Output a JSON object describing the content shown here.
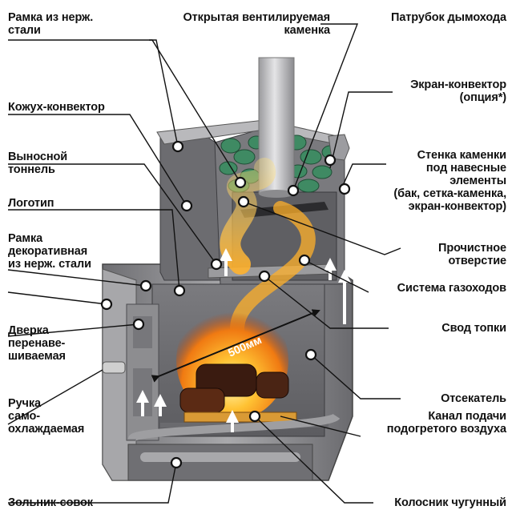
{
  "labels": {
    "frame_steel": "Рамка из нерж.\nстали",
    "open_heater": "Открытая вентилируемая\nкаменка",
    "flue_pipe": "Патрубок дымохода",
    "screen_convector": "Экран-конвектор\n(опция*)",
    "casing_convector": "Кожух-конвектор",
    "tunnel": "Выносной\nтоннель",
    "heater_wall": "Стенка каменки\nпод навесные\nэлементы\n(бак, сетка-каменка,\nэкран-конвектор)",
    "logo": "Логотип",
    "deco_frame": "Рамка\nдекоративная\nиз нерж. стали",
    "cleanout": "Прочистное\nотверстие",
    "gas_system": "Система газоходов",
    "door": "Дверка\nперенаве-\nшиваемая",
    "firebox_vault": "Свод топки",
    "handle": "Ручка\nсамо-\nохлаждаемая",
    "cutoff": "Отсекатель",
    "air_channel": "Канал подачи\nподогретого воздуха",
    "ash_pan": "Зольник-совок",
    "grate": "Колосник чугунный"
  },
  "dimension": "500мм",
  "colors": {
    "steel": "#8a8a8c",
    "steel_dark": "#4e4e52",
    "steel_light": "#c9c9cb",
    "stones": "#3f8a63",
    "flame": "#f6a21a",
    "leader": "#111111"
  }
}
